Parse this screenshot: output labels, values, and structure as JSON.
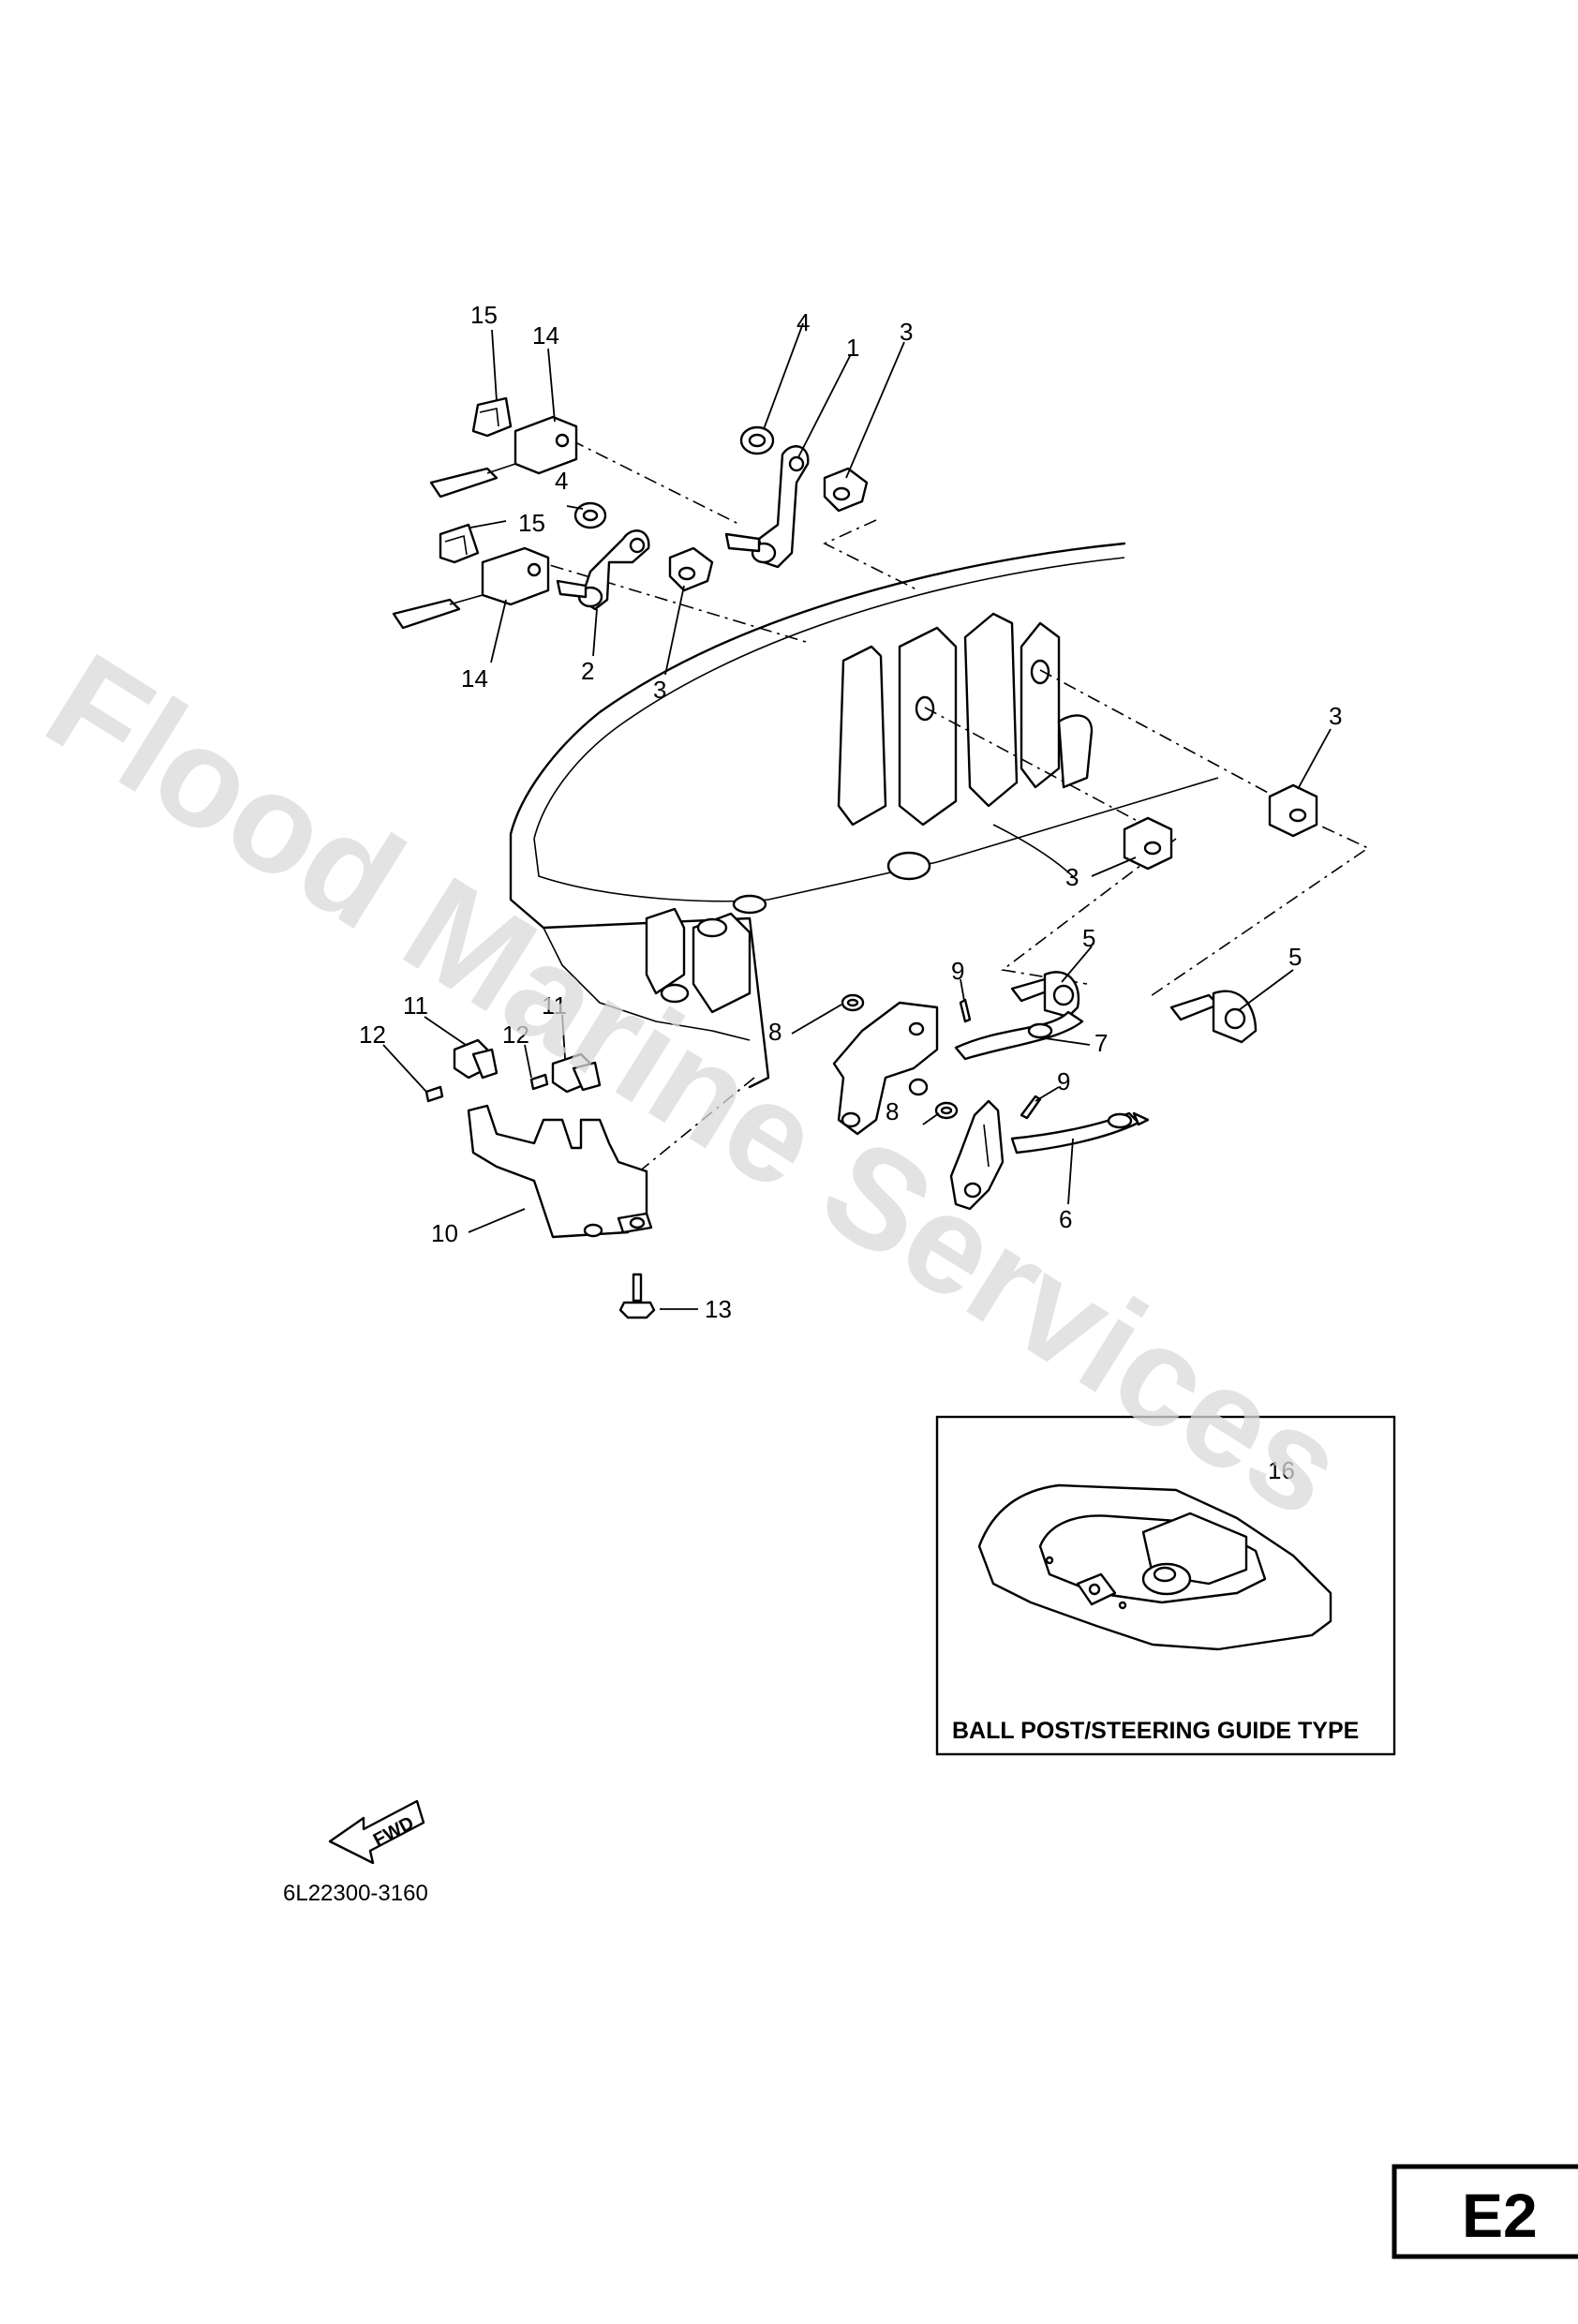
{
  "watermark": "Flood Marine Services",
  "drawing_number": "6L22300-3160",
  "page_code": "E2",
  "fwd_label": "FWD",
  "inset": {
    "caption": "BALL POST/STEERING GUIDE TYPE",
    "callout": "16"
  },
  "callouts": {
    "c15a": "15",
    "c14a": "14",
    "c4a": "4",
    "c1": "1",
    "c3a": "3",
    "c4b": "4",
    "c15b": "15",
    "c14b": "14",
    "c2": "2",
    "c3b": "3",
    "c3c": "3",
    "c3d": "3",
    "c5a": "5",
    "c5b": "5",
    "c9a": "9",
    "c8a": "8",
    "c7": "7",
    "c11a": "11",
    "c11b": "11",
    "c12a": "12",
    "c12b": "12",
    "c9b": "9",
    "c8b": "8",
    "c6": "6",
    "c10": "10",
    "c13": "13"
  }
}
